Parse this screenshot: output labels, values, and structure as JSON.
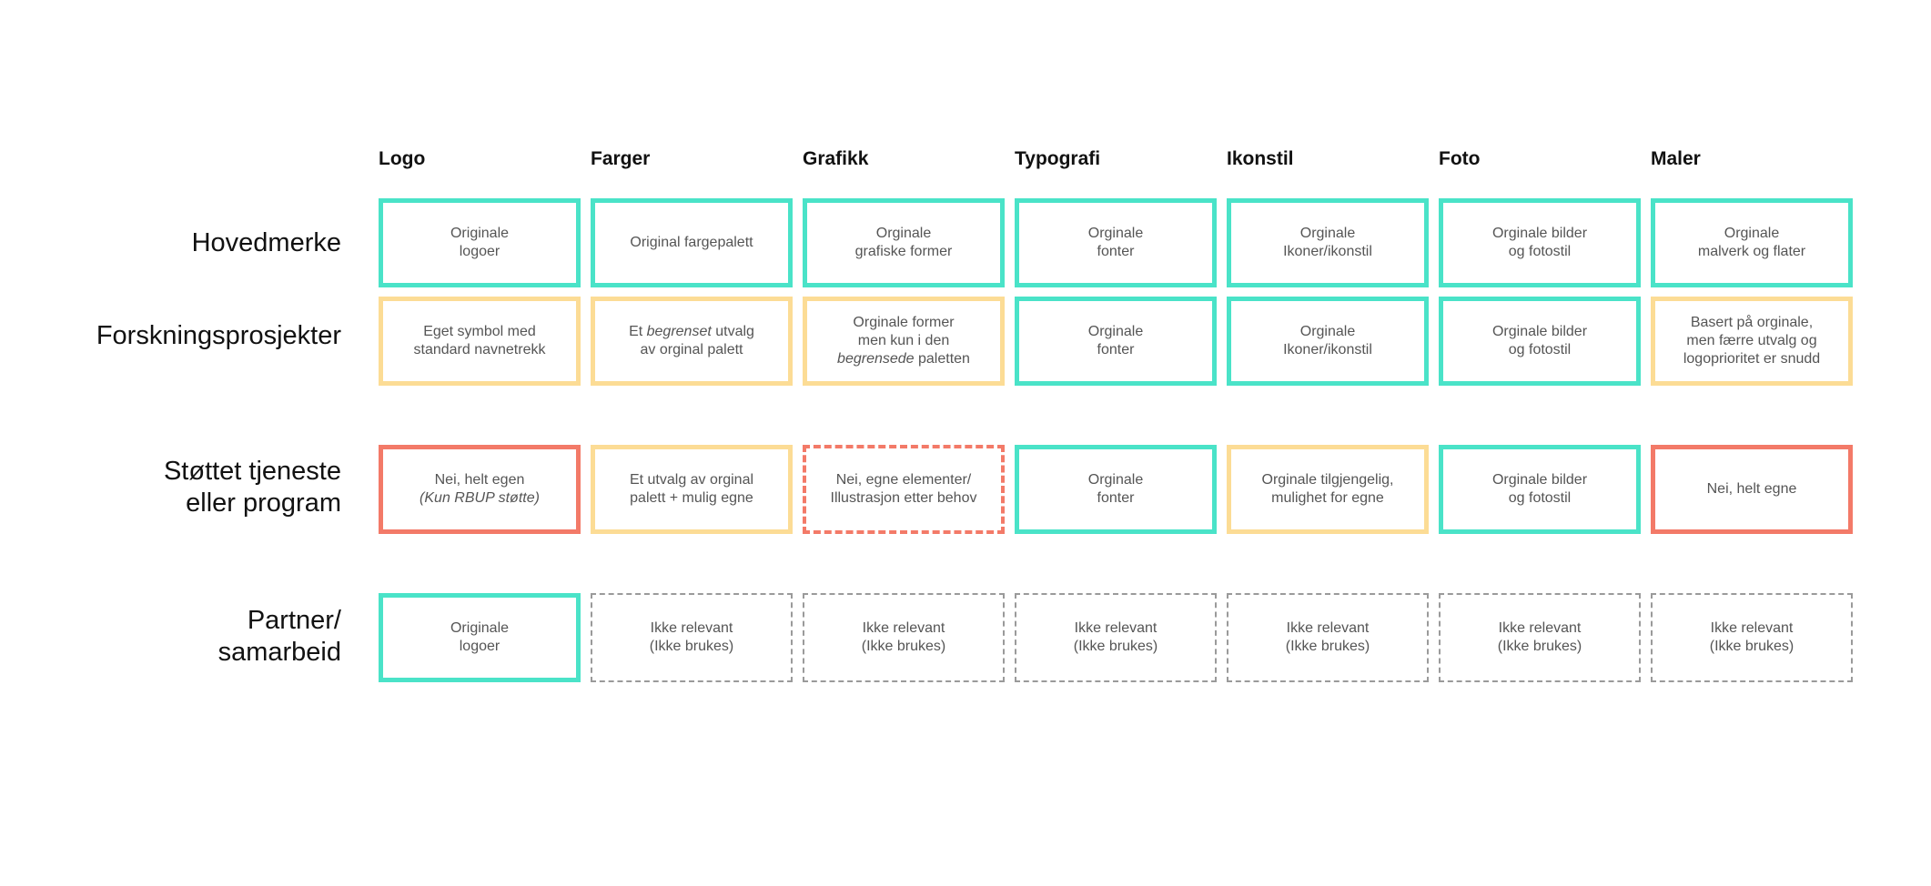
{
  "columns": [
    "Logo",
    "Farger",
    "Grafikk",
    "Typografi",
    "Ikonstil",
    "Foto",
    "Maler"
  ],
  "rows": [
    {
      "label": "Hovedmerke",
      "cells": [
        {
          "text": "Originale\nlogoer",
          "style": "teal"
        },
        {
          "text": "Original fargepalett",
          "style": "teal"
        },
        {
          "text": "Orginale\ngrafiske former",
          "style": "teal"
        },
        {
          "text": "Orginale\nfonter",
          "style": "teal"
        },
        {
          "text": "Orginale\nIkoner/ikonstil",
          "style": "teal"
        },
        {
          "text": "Orginale bilder\nog fotostil",
          "style": "teal"
        },
        {
          "text": "Orginale\nmalverk og flater",
          "style": "teal"
        }
      ]
    },
    {
      "label": "Forskningsprosjekter",
      "cells": [
        {
          "text": "Eget symbol med\nstandard navnetrekk",
          "style": "yellow"
        },
        {
          "html": "Et <i>begrenset</i> utvalg<br>av orginal palett",
          "text": "Et begrenset utvalg av orginal palett",
          "style": "yellow"
        },
        {
          "html": "Orginale former<br>men kun i den<br><i>begrensede</i> paletten",
          "text": "Orginale former men kun i den begrensede paletten",
          "style": "yellow"
        },
        {
          "text": "Orginale\nfonter",
          "style": "teal"
        },
        {
          "text": "Orginale\nIkoner/ikonstil",
          "style": "teal"
        },
        {
          "text": "Orginale bilder\nog fotostil",
          "style": "teal"
        },
        {
          "text": "Basert på orginale,\nmen færre utvalg og\nlogoprioritet er snudd",
          "style": "yellow"
        }
      ]
    },
    {
      "label": "Støttet tjeneste\neller program",
      "cells": [
        {
          "html": "Nei, helt egen<br><i>(Kun RBUP støtte)</i>",
          "text": "Nei, helt egen (Kun RBUP støtte)",
          "style": "red"
        },
        {
          "text": "Et  utvalg av orginal\npalett + mulig egne",
          "style": "yellow"
        },
        {
          "text": "Nei, egne elementer/\nIllustrasjon etter behov",
          "style": "reddash"
        },
        {
          "text": "Orginale\nfonter",
          "style": "teal"
        },
        {
          "text": "Orginale tilgjengelig,\nmulighet for egne",
          "style": "yellow"
        },
        {
          "text": "Orginale bilder\nog fotostil",
          "style": "teal"
        },
        {
          "text": "Nei, helt egne",
          "style": "red"
        }
      ]
    },
    {
      "label": "Partner/\nsamarbeid",
      "cells": [
        {
          "text": "Originale\nlogoer",
          "style": "teal"
        },
        {
          "text": "Ikke relevant\n(Ikke brukes)",
          "style": "greydash"
        },
        {
          "text": "Ikke relevant\n(Ikke brukes)",
          "style": "greydash"
        },
        {
          "text": "Ikke relevant\n(Ikke brukes)",
          "style": "greydash"
        },
        {
          "text": "Ikke relevant\n(Ikke brukes)",
          "style": "greydash"
        },
        {
          "text": "Ikke relevant\n(Ikke brukes)",
          "style": "greydash"
        },
        {
          "text": "Ikke relevant\n(Ikke brukes)",
          "style": "greydash"
        }
      ]
    }
  ],
  "colors": {
    "teal": "#4ae3c8",
    "yellow": "#fcdc95",
    "red": "#f37a68",
    "grey": "#9a9a9a"
  }
}
